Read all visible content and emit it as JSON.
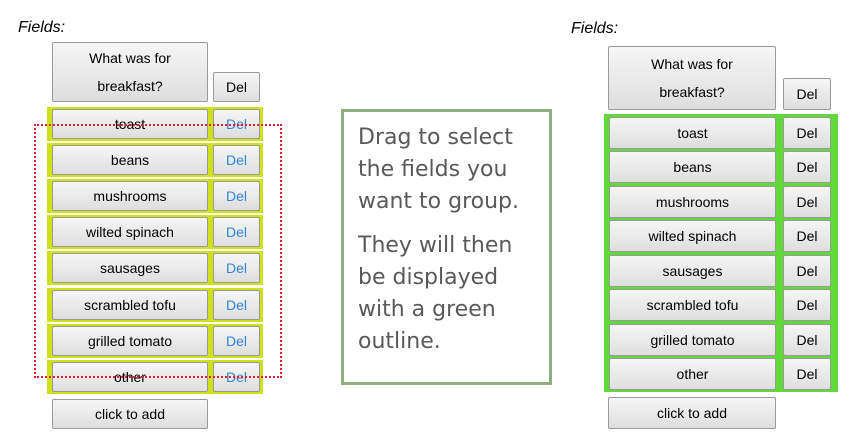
{
  "fields_label": "Fields:",
  "question": {
    "line1": "What was for",
    "line2": "breakfast?"
  },
  "del_label": "Del",
  "items": [
    "toast",
    "beans",
    "mushrooms",
    "wilted spinach",
    "sausages",
    "scrambled tofu",
    "grilled tomato",
    "other"
  ],
  "add_label": "click to add",
  "note": {
    "para1": "Drag to select the fields you want to group.",
    "para2": "They will then be displayed with a green outline."
  },
  "colors": {
    "selection_highlight": "#cfe11b",
    "group_outline": "#62d93a",
    "drag_rectangle": "#e0202a",
    "note_border": "#8fae7f",
    "del_link": "#2f86d8"
  }
}
